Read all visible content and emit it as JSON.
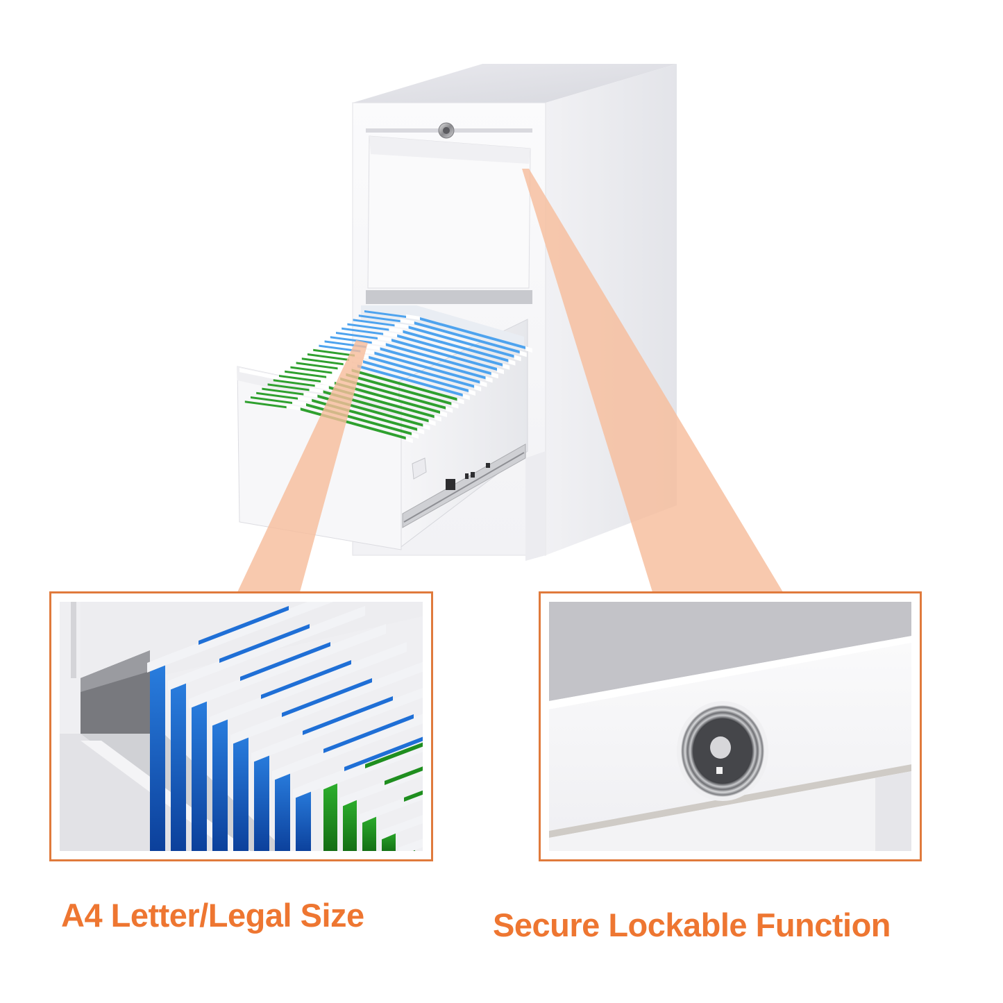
{
  "product": {
    "name": "Two-drawer white metal filing cabinet",
    "drawers": 2,
    "body_color": "#f4f4f6",
    "lock": "key lock on top drawer"
  },
  "callouts": [
    {
      "id": "file-capacity",
      "caption": "A4 Letter/Legal Size",
      "detail_image": "close-up of hanging file folders (blue and green) in open drawer"
    },
    {
      "id": "lock",
      "caption": "Secure Lockable Function",
      "detail_image": "close-up of round cylinder key lock on drawer front"
    }
  ],
  "colors": {
    "accent_orange": "#ee7631",
    "frame_orange": "#e07a3c",
    "beam_peach": "#f6bd9c",
    "folder_blue": "#1f6fd6",
    "folder_light_blue": "#4ea3ee",
    "folder_green": "#2fa02f"
  }
}
